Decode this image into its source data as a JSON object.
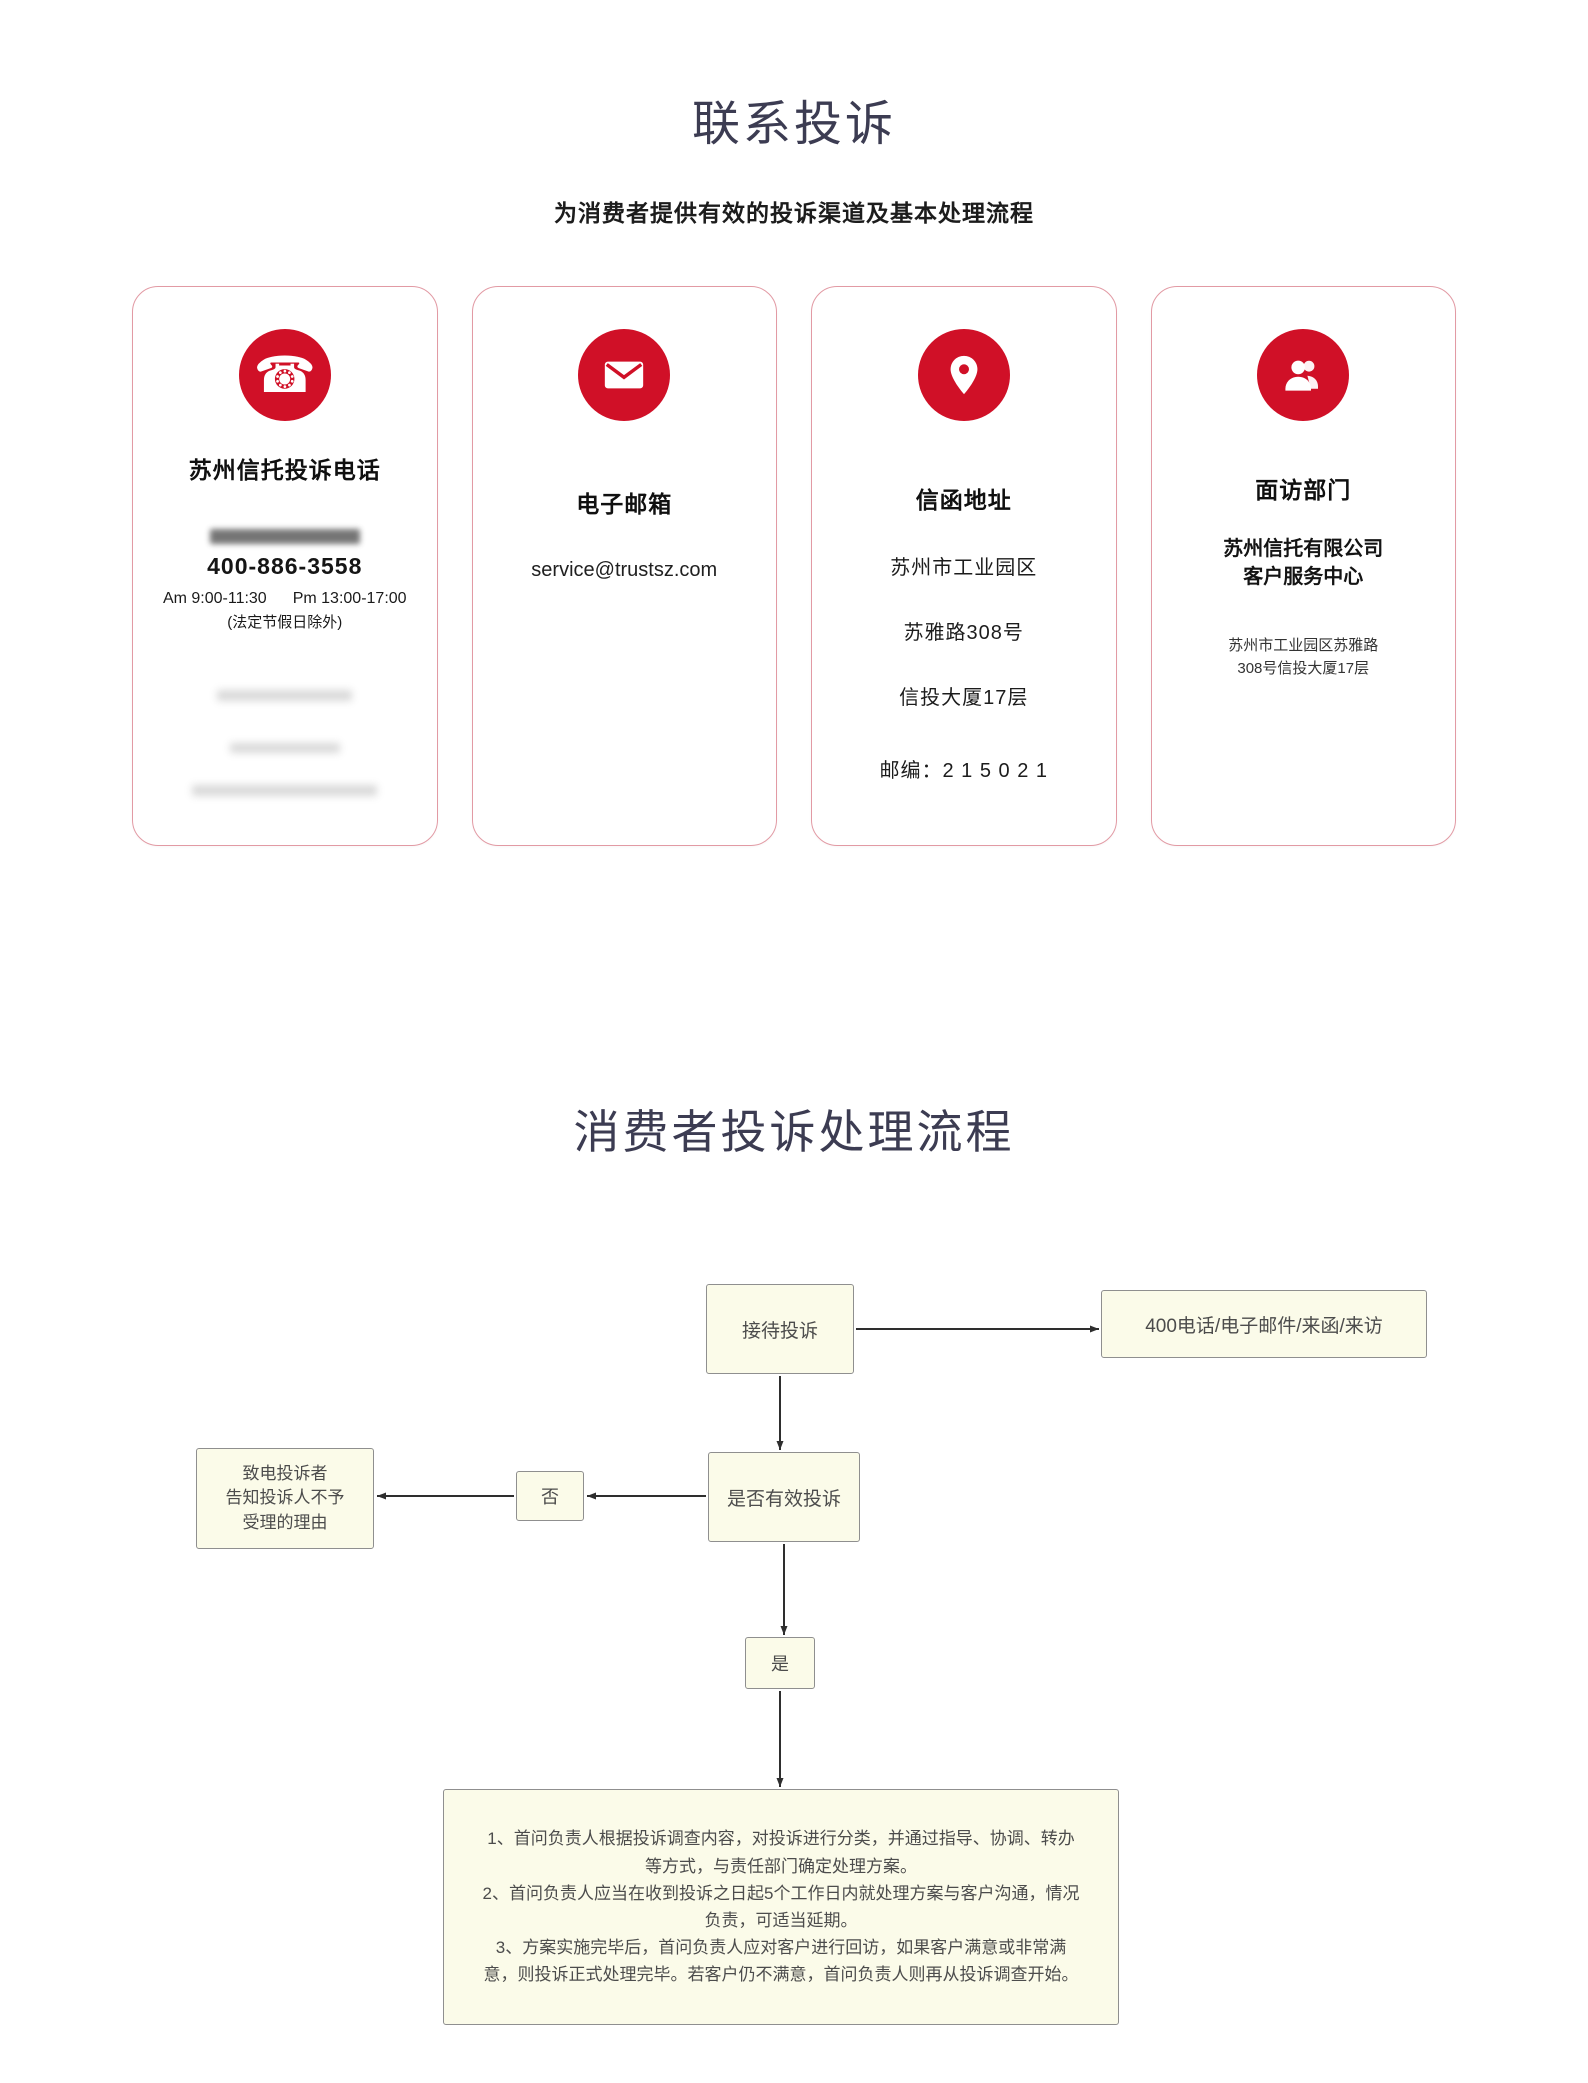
{
  "page": {
    "title": "联系投诉",
    "subtitle": "为消费者提供有效的投诉渠道及基本处理流程",
    "section2_title": "消费者投诉处理流程"
  },
  "colors": {
    "accent": "#d01027",
    "card_border": "#e29aa4",
    "node_bg": "#fbfbe9",
    "node_border": "#8f8f8f"
  },
  "cards": {
    "phone": {
      "icon": "phone-icon",
      "title": "苏州信托投诉电话",
      "number": "400-886-3558",
      "hours_am": "Am 9:00-11:30",
      "hours_pm": "Pm 13:00-17:00",
      "note": "(法定节假日除外)"
    },
    "email": {
      "icon": "mail-icon",
      "title": "电子邮箱",
      "address": "service@trustsz.com"
    },
    "mail_address": {
      "icon": "location-icon",
      "title": "信函地址",
      "line1": "苏州市工业园区",
      "line2": "苏雅路308号",
      "line3": "信投大厦17层",
      "line4": "邮编：2 1 5 0 2 1"
    },
    "visit": {
      "icon": "person-icon",
      "title": "面访部门",
      "dept": "苏州信托有限公司\n客户服务中心",
      "address": "苏州市工业园区苏雅路\n308号信投大厦17层"
    }
  },
  "flowchart": {
    "receive": "接待投诉",
    "channels": "400电话/电子邮件/来函/来访",
    "valid_check": "是否有效投诉",
    "no": "否",
    "reject": "致电投诉者\n告知投诉人不予\n受理的理由",
    "yes": "是",
    "process": "1、首问负责人根据投诉调查内容，对投诉进行分类，并通过指导、协调、转办\n等方式，与责任部门确定处理方案。\n2、首问负责人应当在收到投诉之日起5个工作日内就处理方案与客户沟通，情况\n负责，可适当延期。\n3、方案实施完毕后，首问负责人应对客户进行回访，如果客户满意或非常满\n意，则投诉正式处理完毕。若客户仍不满意，首问负责人则再从投诉调查开始。"
  }
}
